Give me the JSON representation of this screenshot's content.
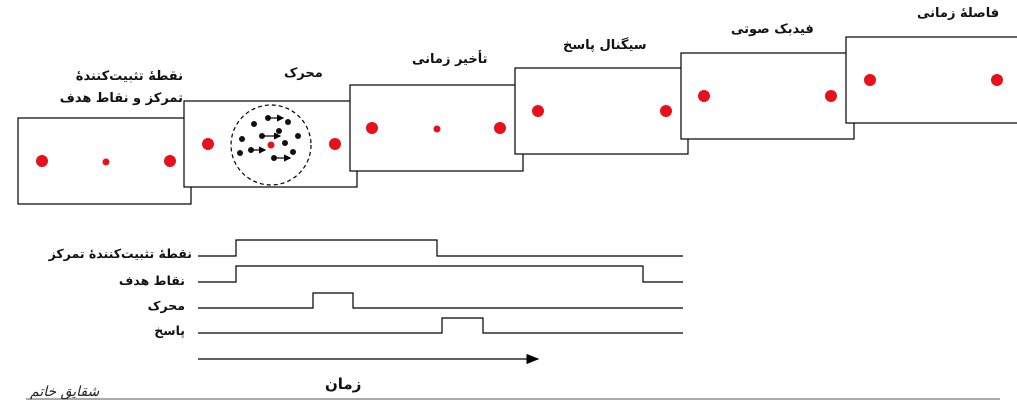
{
  "stages": [
    {
      "title_line1": "نقطهٔ تثبیت‌کنندهٔ",
      "title_line2": "تمرکز و نقاط هدف"
    },
    {
      "title_line1": "محرک"
    },
    {
      "title_line1": "تأخیر زمانی"
    },
    {
      "title_line1": "سیگنال پاسخ"
    },
    {
      "title_line1": "فیدبک صوتی"
    },
    {
      "title_line1": "فاصلهٔ زمانی"
    }
  ],
  "timeline_rows": [
    "نقطهٔ تثبیت‌کنندهٔ تمرکز",
    "نقاط هدف",
    "محرک",
    "پاسخ"
  ],
  "time_axis_label": "زمان",
  "signature": "شقایق خاتم",
  "colors": {
    "target_dot": "#e8101a",
    "stimulus_dot": "#111111",
    "line": "#000000"
  }
}
